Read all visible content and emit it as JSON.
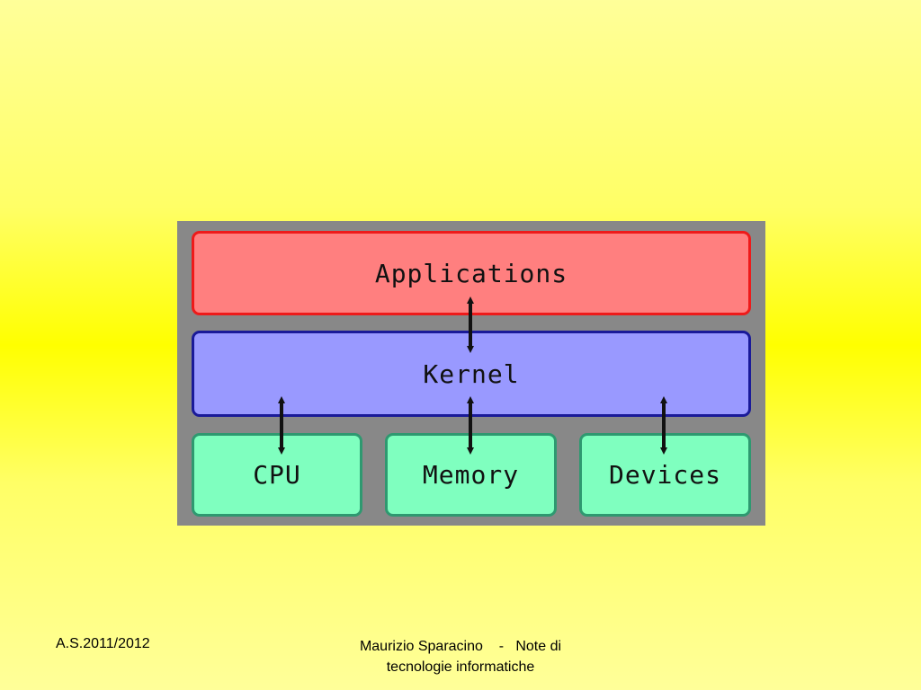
{
  "diagram": {
    "applications_label": "Applications",
    "kernel_label": "Kernel",
    "cpu_label": "CPU",
    "memory_label": "Memory",
    "devices_label": "Devices",
    "colors": {
      "background": "#888888",
      "applications_fill": "#ff7f7f",
      "kernel_fill": "#9999ff",
      "hardware_fill": "#7fffbf",
      "arrow": "#111111"
    }
  },
  "footer": {
    "left_text": "A.S.2011/2012",
    "center_line1": "Maurizio Sparacino    -   Note di",
    "center_line2": "tecnologie informatiche"
  }
}
